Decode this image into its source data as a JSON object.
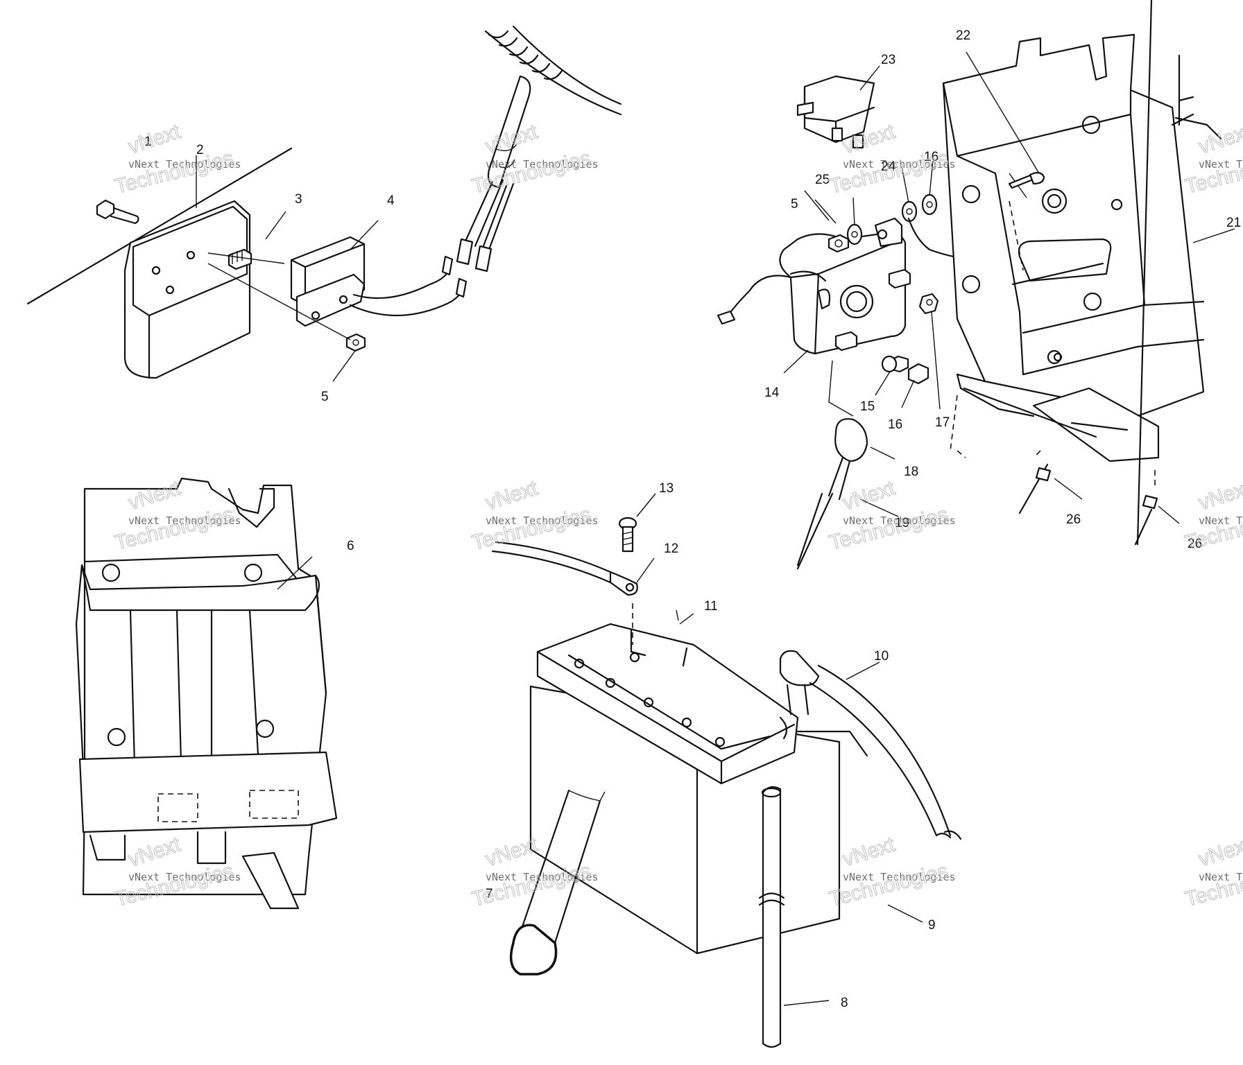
{
  "diagram": {
    "callouts": [
      {
        "id": "c1",
        "text": "1"
      },
      {
        "id": "c2",
        "text": "2"
      },
      {
        "id": "c3",
        "text": "3"
      },
      {
        "id": "c4",
        "text": "4"
      },
      {
        "id": "c5a",
        "text": "5"
      },
      {
        "id": "c5b",
        "text": "5"
      },
      {
        "id": "c6",
        "text": "6"
      },
      {
        "id": "c7",
        "text": "7"
      },
      {
        "id": "c8",
        "text": "8"
      },
      {
        "id": "c9",
        "text": "9"
      },
      {
        "id": "c10",
        "text": "10"
      },
      {
        "id": "c11",
        "text": "11"
      },
      {
        "id": "c12",
        "text": "12"
      },
      {
        "id": "c13",
        "text": "13"
      },
      {
        "id": "c14",
        "text": "14"
      },
      {
        "id": "c15",
        "text": "15"
      },
      {
        "id": "c16a",
        "text": "16"
      },
      {
        "id": "c16b",
        "text": "16"
      },
      {
        "id": "c17",
        "text": "17"
      },
      {
        "id": "c18",
        "text": "18"
      },
      {
        "id": "c19",
        "text": "19"
      },
      {
        "id": "c21",
        "text": "21"
      },
      {
        "id": "c22",
        "text": "22"
      },
      {
        "id": "c23",
        "text": "23"
      },
      {
        "id": "c24",
        "text": "24"
      },
      {
        "id": "c25",
        "text": "25"
      },
      {
        "id": "c26a",
        "text": "26"
      },
      {
        "id": "c26b",
        "text": "26"
      }
    ],
    "watermark": {
      "line1": "vNext Technologies",
      "line2": "Technologies",
      "line3": "vNext"
    }
  }
}
